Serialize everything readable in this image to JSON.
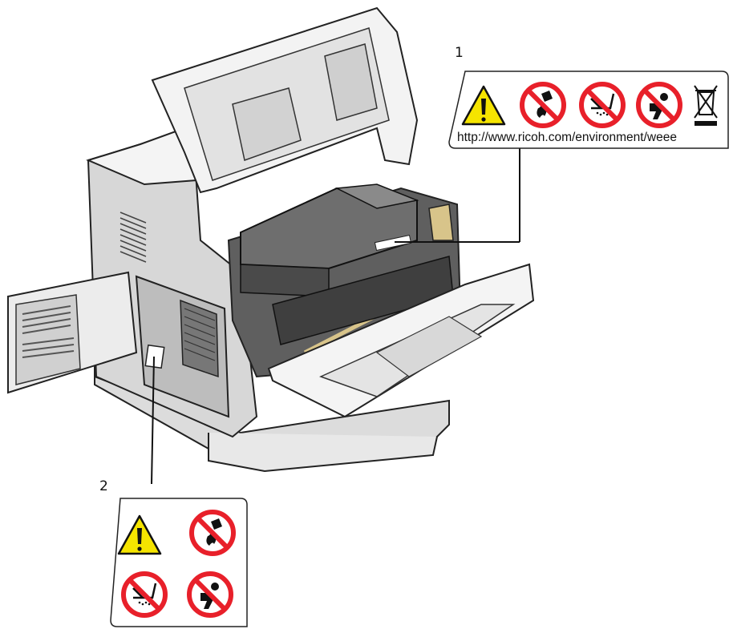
{
  "callouts": {
    "label1": {
      "number": "1",
      "url": "http://www.ricoh.com/environment/weee",
      "icons": [
        "warning-icon",
        "no-fire-icon",
        "no-vacuum-icon",
        "keep-from-children-icon",
        "weee-bin-icon"
      ]
    },
    "label2": {
      "number": "2",
      "icons": [
        "warning-icon",
        "no-fire-icon",
        "no-vacuum-icon",
        "keep-from-children-icon"
      ]
    }
  },
  "colors": {
    "warning_yellow": "#f5e400",
    "prohibit_red": "#e8202a",
    "line": "#111111",
    "printer_body": "#eeeeee",
    "printer_dark": "#6b6b6b"
  }
}
